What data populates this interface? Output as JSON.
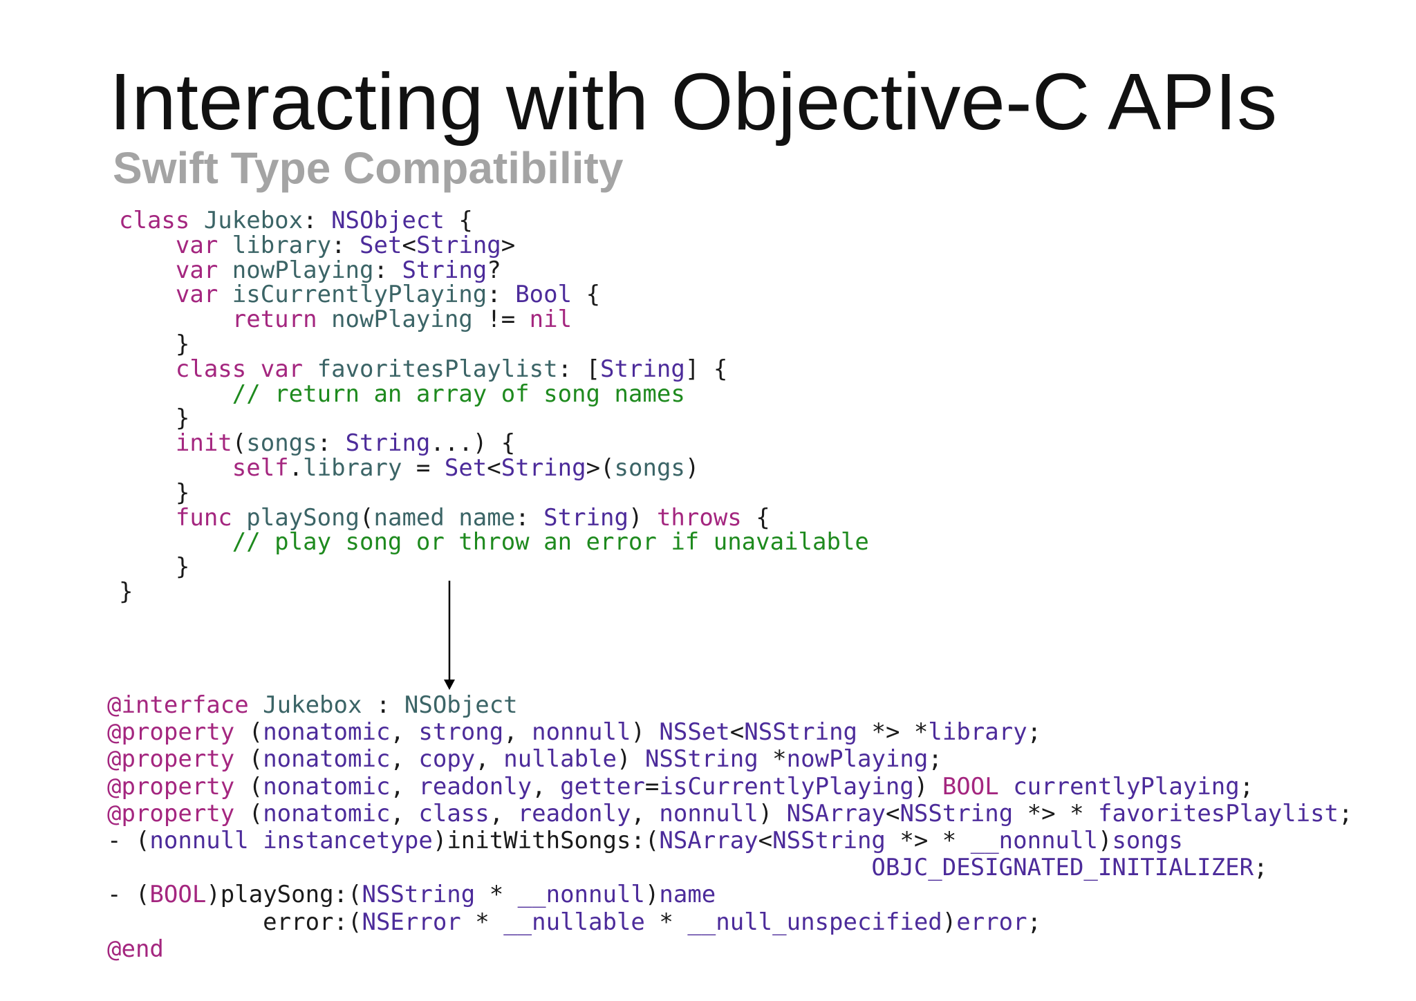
{
  "slide": {
    "title": "Interacting with Objective-C APIs",
    "subtitle": "Swift Type Compatibility"
  },
  "colors": {
    "title": "#111111",
    "subtitle": "#a4a4a4",
    "keyword": "#a4267f",
    "type": "#4c2b9a",
    "identifier": "#3b6466",
    "comment": "#1e8a1e",
    "plain": "#1a1a1a",
    "arrow": "#000000"
  },
  "swift_code": [
    [
      [
        "class",
        "keyword"
      ],
      [
        " Jukebox",
        "identifier"
      ],
      [
        ": ",
        "plain"
      ],
      [
        "NSObject",
        "type"
      ],
      [
        " {",
        "plain"
      ]
    ],
    [
      [
        "    ",
        "plain"
      ],
      [
        "var",
        "keyword"
      ],
      [
        " library",
        "identifier"
      ],
      [
        ": ",
        "plain"
      ],
      [
        "Set",
        "type"
      ],
      [
        "<",
        "plain"
      ],
      [
        "String",
        "type"
      ],
      [
        ">",
        "plain"
      ]
    ],
    [
      [
        "    ",
        "plain"
      ],
      [
        "var",
        "keyword"
      ],
      [
        " nowPlaying",
        "identifier"
      ],
      [
        ": ",
        "plain"
      ],
      [
        "String",
        "type"
      ],
      [
        "?",
        "plain"
      ]
    ],
    [
      [
        "    ",
        "plain"
      ],
      [
        "var",
        "keyword"
      ],
      [
        " isCurrentlyPlaying",
        "identifier"
      ],
      [
        ": ",
        "plain"
      ],
      [
        "Bool",
        "type"
      ],
      [
        " {",
        "plain"
      ]
    ],
    [
      [
        "        ",
        "plain"
      ],
      [
        "return",
        "keyword"
      ],
      [
        " nowPlaying",
        "identifier"
      ],
      [
        " != ",
        "plain"
      ],
      [
        "nil",
        "keyword"
      ]
    ],
    [
      [
        "    }",
        "plain"
      ]
    ],
    [
      [
        "    ",
        "plain"
      ],
      [
        "class",
        "keyword"
      ],
      [
        " ",
        "plain"
      ],
      [
        "var",
        "keyword"
      ],
      [
        " favoritesPlaylist",
        "identifier"
      ],
      [
        ": [",
        "plain"
      ],
      [
        "String",
        "type"
      ],
      [
        "] {",
        "plain"
      ]
    ],
    [
      [
        "        ",
        "plain"
      ],
      [
        "// return an array of song names",
        "comment"
      ]
    ],
    [
      [
        "    }",
        "plain"
      ]
    ],
    [
      [
        "    ",
        "plain"
      ],
      [
        "init",
        "keyword"
      ],
      [
        "(",
        "plain"
      ],
      [
        "songs",
        "identifier"
      ],
      [
        ": ",
        "plain"
      ],
      [
        "String",
        "type"
      ],
      [
        "...) {",
        "plain"
      ]
    ],
    [
      [
        "        ",
        "plain"
      ],
      [
        "self",
        "keyword"
      ],
      [
        ".",
        "plain"
      ],
      [
        "library",
        "identifier"
      ],
      [
        " = ",
        "plain"
      ],
      [
        "Set",
        "type"
      ],
      [
        "<",
        "plain"
      ],
      [
        "String",
        "type"
      ],
      [
        ">(",
        "plain"
      ],
      [
        "songs",
        "identifier"
      ],
      [
        ")",
        "plain"
      ]
    ],
    [
      [
        "    }",
        "plain"
      ]
    ],
    [
      [
        "    ",
        "plain"
      ],
      [
        "func",
        "keyword"
      ],
      [
        " playSong",
        "identifier"
      ],
      [
        "(",
        "plain"
      ],
      [
        "named name",
        "identifier"
      ],
      [
        ": ",
        "plain"
      ],
      [
        "String",
        "type"
      ],
      [
        ") ",
        "plain"
      ],
      [
        "throws",
        "keyword"
      ],
      [
        " {",
        "plain"
      ]
    ],
    [
      [
        "        ",
        "plain"
      ],
      [
        "// play song or throw an error if unavailable",
        "comment"
      ]
    ],
    [
      [
        "    }",
        "plain"
      ]
    ],
    [
      [
        "}",
        "plain"
      ]
    ]
  ],
  "objc_code": [
    [
      [
        "@interface",
        "keyword"
      ],
      [
        " Jukebox",
        "identifier"
      ],
      [
        " : ",
        "plain"
      ],
      [
        "NSObject",
        "identifier"
      ]
    ],
    [
      [
        "@property",
        "keyword"
      ],
      [
        " (",
        "plain"
      ],
      [
        "nonatomic",
        "type"
      ],
      [
        ", ",
        "plain"
      ],
      [
        "strong",
        "type"
      ],
      [
        ", ",
        "plain"
      ],
      [
        "nonnull",
        "type"
      ],
      [
        ") ",
        "plain"
      ],
      [
        "NSSet",
        "type"
      ],
      [
        "<",
        "plain"
      ],
      [
        "NSString",
        "type"
      ],
      [
        " *> *",
        "plain"
      ],
      [
        "library",
        "type"
      ],
      [
        ";",
        "plain"
      ]
    ],
    [
      [
        "@property",
        "keyword"
      ],
      [
        " (",
        "plain"
      ],
      [
        "nonatomic",
        "type"
      ],
      [
        ", ",
        "plain"
      ],
      [
        "copy",
        "type"
      ],
      [
        ", ",
        "plain"
      ],
      [
        "nullable",
        "type"
      ],
      [
        ") ",
        "plain"
      ],
      [
        "NSString",
        "type"
      ],
      [
        " *",
        "plain"
      ],
      [
        "nowPlaying",
        "type"
      ],
      [
        ";",
        "plain"
      ]
    ],
    [
      [
        "@property",
        "keyword"
      ],
      [
        " (",
        "plain"
      ],
      [
        "nonatomic",
        "type"
      ],
      [
        ", ",
        "plain"
      ],
      [
        "readonly",
        "type"
      ],
      [
        ", ",
        "plain"
      ],
      [
        "getter",
        "type"
      ],
      [
        "=",
        "plain"
      ],
      [
        "isCurrentlyPlaying",
        "type"
      ],
      [
        ") ",
        "plain"
      ],
      [
        "BOOL",
        "keyword"
      ],
      [
        " currentlyPlaying",
        "type"
      ],
      [
        ";",
        "plain"
      ]
    ],
    [
      [
        "@property",
        "keyword"
      ],
      [
        " (",
        "plain"
      ],
      [
        "nonatomic",
        "type"
      ],
      [
        ", ",
        "plain"
      ],
      [
        "class",
        "type"
      ],
      [
        ", ",
        "plain"
      ],
      [
        "readonly",
        "type"
      ],
      [
        ", ",
        "plain"
      ],
      [
        "nonnull",
        "type"
      ],
      [
        ") ",
        "plain"
      ],
      [
        "NSArray",
        "type"
      ],
      [
        "<",
        "plain"
      ],
      [
        "NSString",
        "type"
      ],
      [
        " *> * ",
        "plain"
      ],
      [
        "favoritesPlaylist",
        "type"
      ],
      [
        ";",
        "plain"
      ]
    ],
    [
      [
        "- (",
        "plain"
      ],
      [
        "nonnull",
        "type"
      ],
      [
        " ",
        "plain"
      ],
      [
        "instancetype",
        "type"
      ],
      [
        ")initWithSongs:(",
        "plain"
      ],
      [
        "NSArray",
        "type"
      ],
      [
        "<",
        "plain"
      ],
      [
        "NSString",
        "type"
      ],
      [
        " *> * ",
        "plain"
      ],
      [
        "__nonnull",
        "type"
      ],
      [
        ")",
        "plain"
      ],
      [
        "songs",
        "type"
      ]
    ],
    [
      [
        "                                                      ",
        "plain"
      ],
      [
        "OBJC_DESIGNATED_INITIALIZER",
        "type"
      ],
      [
        ";",
        "plain"
      ]
    ],
    [
      [
        "- (",
        "plain"
      ],
      [
        "BOOL",
        "keyword"
      ],
      [
        ")playSong:(",
        "plain"
      ],
      [
        "NSString",
        "type"
      ],
      [
        " * ",
        "plain"
      ],
      [
        "__nonnull",
        "type"
      ],
      [
        ")",
        "plain"
      ],
      [
        "name",
        "type"
      ]
    ],
    [
      [
        "           error:(",
        "plain"
      ],
      [
        "NSError",
        "type"
      ],
      [
        " * ",
        "plain"
      ],
      [
        "__nullable",
        "type"
      ],
      [
        " * ",
        "plain"
      ],
      [
        "__null_unspecified",
        "type"
      ],
      [
        ")",
        "plain"
      ],
      [
        "error",
        "type"
      ],
      [
        ";",
        "plain"
      ]
    ],
    [
      [
        "@end",
        "keyword"
      ]
    ]
  ]
}
